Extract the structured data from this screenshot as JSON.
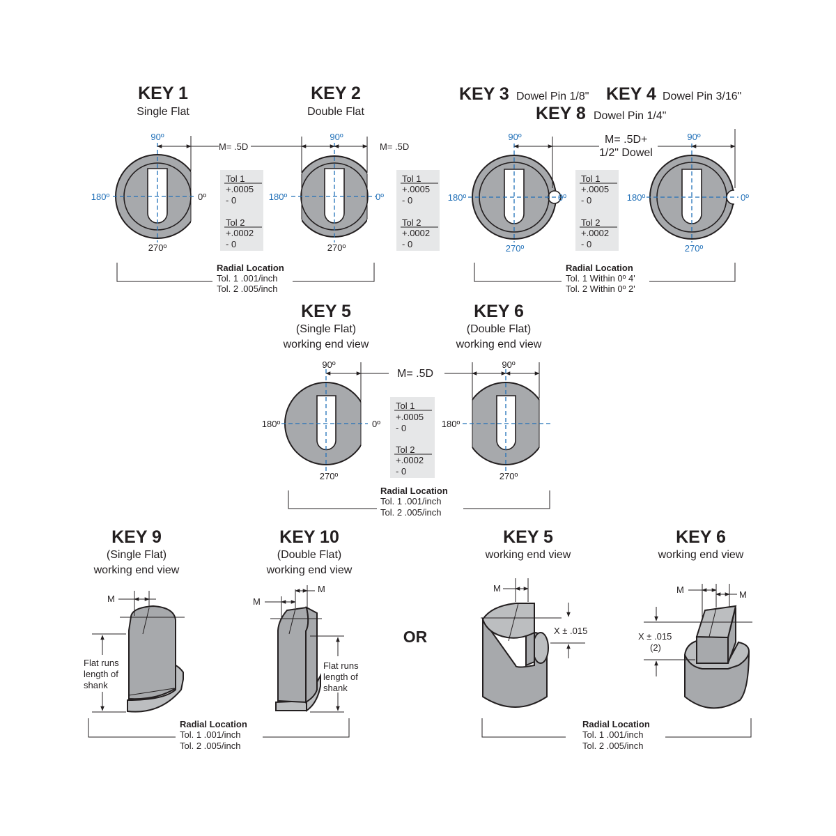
{
  "key1": {
    "title": "KEY 1",
    "subtitle": "Single Flat"
  },
  "key2": {
    "title": "KEY 2",
    "subtitle": "Double Flat"
  },
  "key3": {
    "title": "KEY 3",
    "subtitle": "Dowel Pin 1/8\""
  },
  "key4": {
    "title": "KEY 4",
    "subtitle": "Dowel Pin 3/16\""
  },
  "key8": {
    "title": "KEY 8",
    "subtitle": "Dowel Pin 1/4\""
  },
  "key5_top": {
    "title": "KEY 5",
    "line1": "(Single Flat)",
    "line2": "working end view"
  },
  "key6_top": {
    "title": "KEY 6",
    "line1": "(Double Flat)",
    "line2": "working end view"
  },
  "key9": {
    "title": "KEY 9",
    "line1": "(Single Flat)",
    "line2": "working end view"
  },
  "key10": {
    "title": "KEY 10",
    "line1": "(Double Flat)",
    "line2": "working end view"
  },
  "key5_bottom": {
    "title": "KEY 5",
    "line1": "working end view"
  },
  "key6_bottom": {
    "title": "KEY 6",
    "line1": "working end view"
  },
  "or_label": "OR",
  "angles": {
    "a90": "90º",
    "a180": "180º",
    "a0": "0º",
    "a270": "270º"
  },
  "dims": {
    "m_half_d": "M= .5D",
    "m_half_d_dowel_1": "M= .5D+",
    "m_half_d_dowel_2": "1/2\" Dowel",
    "m": "M",
    "x_tol": "X ± .015",
    "x_tol_2": "(2)",
    "flat_runs_1": "Flat runs",
    "flat_runs_2": "length of",
    "flat_runs_3": "shank"
  },
  "tolerance_box": {
    "tol1": "Tol 1",
    "tol1_plus": "+.0005",
    "tol1_minus": "- 0",
    "tol2": "Tol 2",
    "tol2_plus": "+.0002",
    "tol2_minus": "- 0"
  },
  "radial": {
    "title": "Radial Location",
    "tol1_inch": "Tol. 1 .001/inch",
    "tol2_inch": "Tol. 2 .005/inch",
    "tol1_deg": "Tol. 1 Within 0º 4'",
    "tol2_deg": "Tol. 2 Within 0º 2'"
  },
  "colors": {
    "body": "#a7a9ac",
    "centerline": "#2170b8",
    "tolerance_box": "#e6e7e8",
    "text": "#231f20"
  }
}
